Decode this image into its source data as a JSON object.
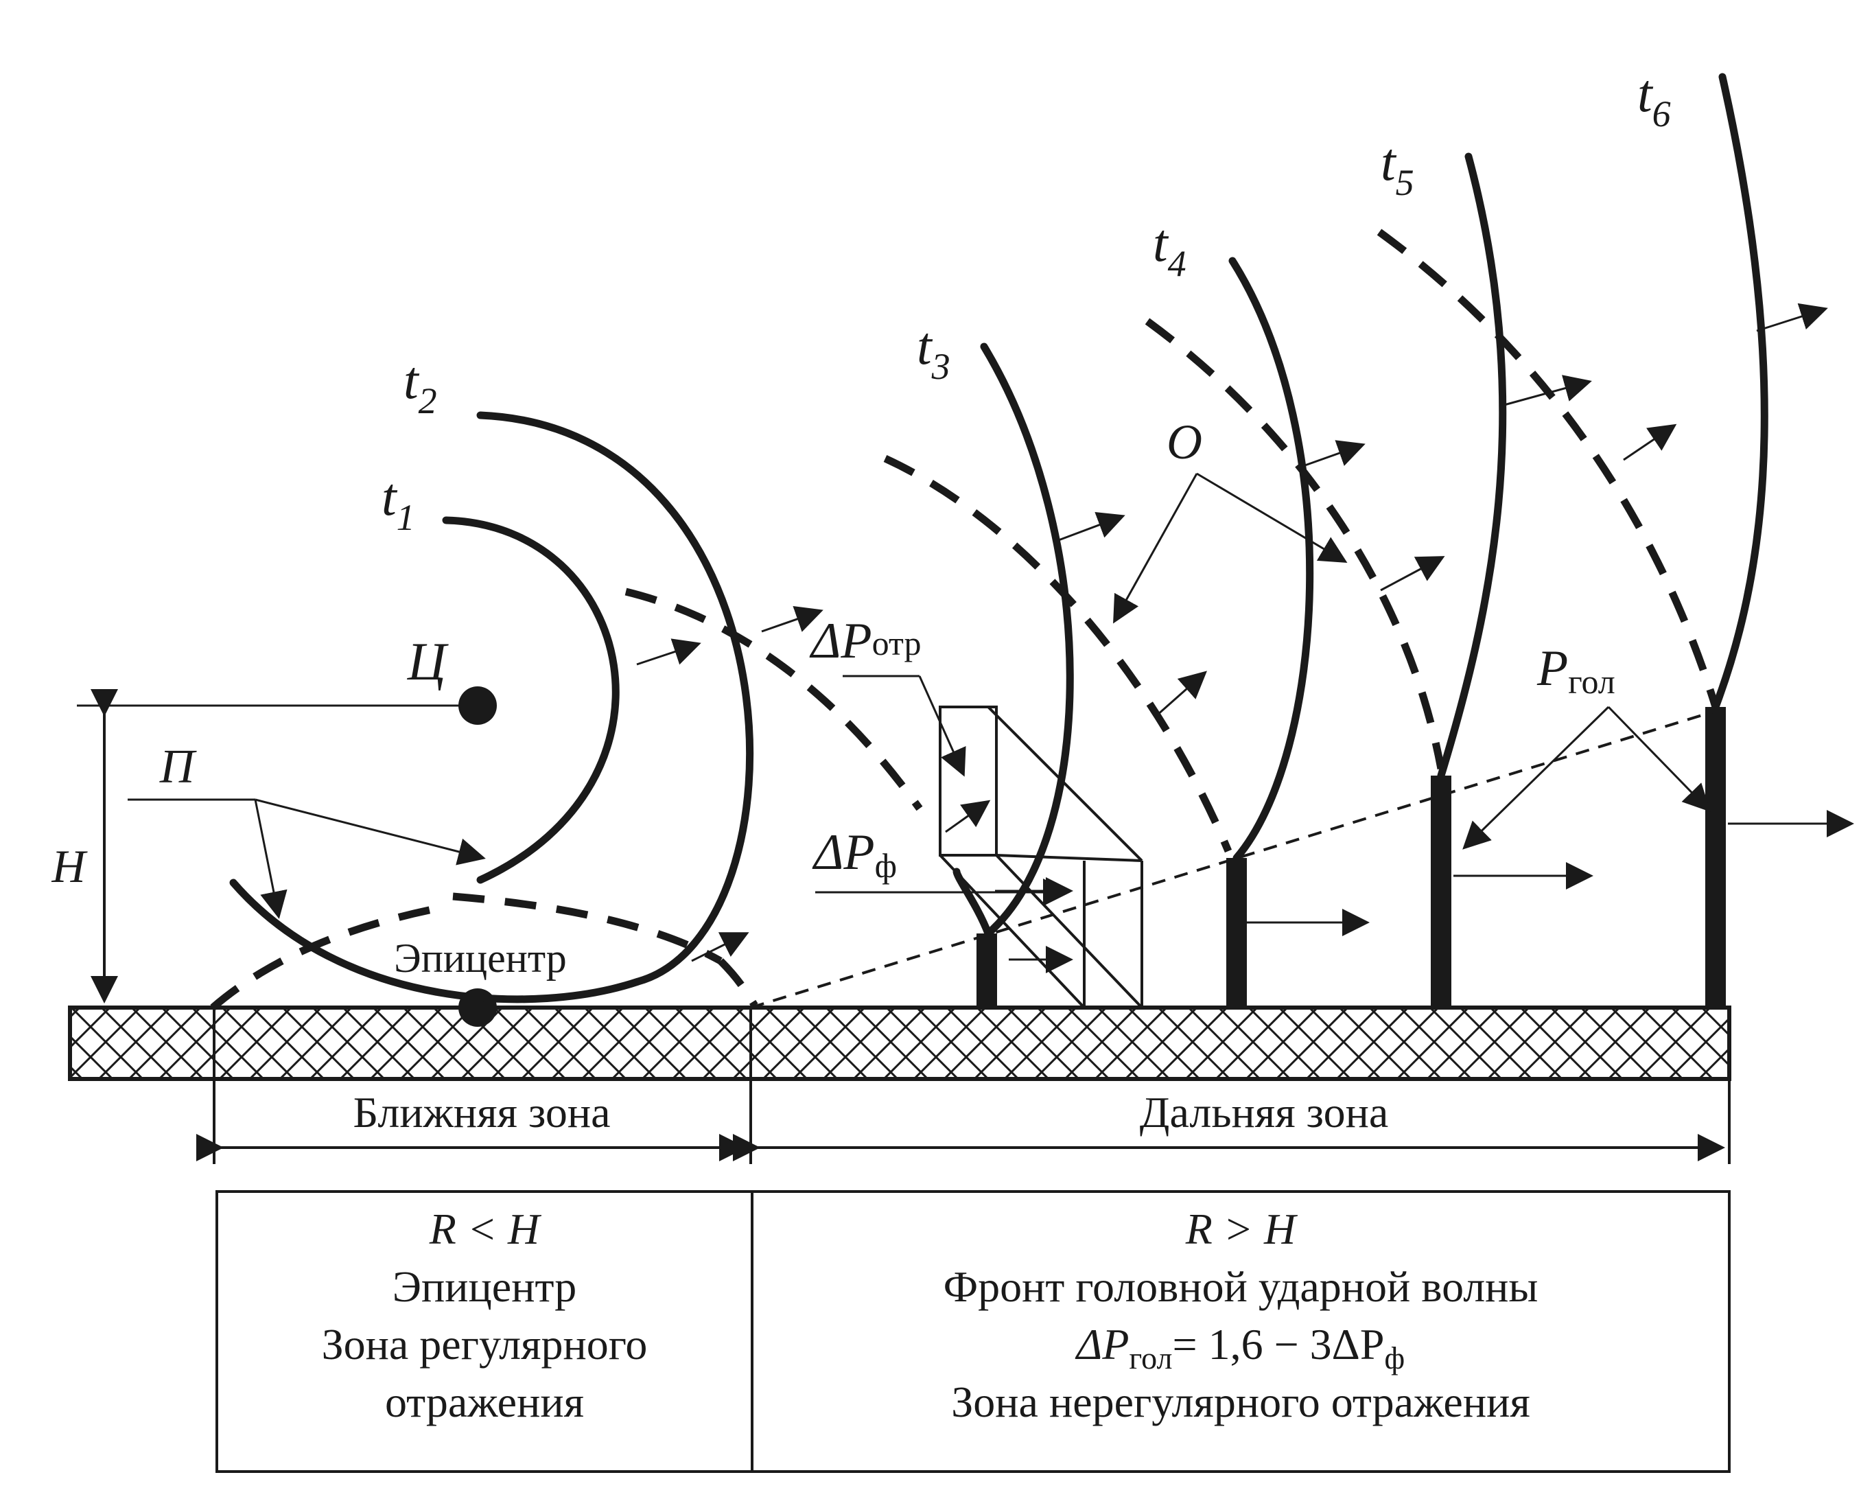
{
  "labels": {
    "center": "Ц",
    "reflected_marker": "П",
    "height": "H",
    "epicenter": "Эпицентр",
    "reflected_wave_marker": "О",
    "dp_otr_symbol": "ΔP",
    "dp_otr_sub": "отр",
    "dp_f_symbol": "ΔP",
    "dp_f_sub": "ф",
    "p_gol_symbol": "P",
    "p_gol_sub": "гол"
  },
  "time_marks": [
    {
      "base": "t",
      "sub": "1"
    },
    {
      "base": "t",
      "sub": "2"
    },
    {
      "base": "t",
      "sub": "3"
    },
    {
      "base": "t",
      "sub": "4"
    },
    {
      "base": "t",
      "sub": "5"
    },
    {
      "base": "t",
      "sub": "6"
    }
  ],
  "zones": {
    "near": "Ближняя зона",
    "far": "Дальняя зона"
  },
  "table": {
    "near": {
      "condition": "R < H",
      "lines": [
        "Эпицентр",
        "Зона регулярного",
        "отражения"
      ]
    },
    "far": {
      "condition": "R > H",
      "line1": "Фронт головной ударной волны",
      "formula_a": "ΔP",
      "formula_a_sub": "гол",
      "formula_b": "= 1,6 − 3ΔP",
      "formula_b_sub": "ф",
      "line3": "Зона нерегулярного отражения"
    }
  },
  "colors": {
    "ink": "#1a1a1a",
    "background": "#ffffff"
  }
}
